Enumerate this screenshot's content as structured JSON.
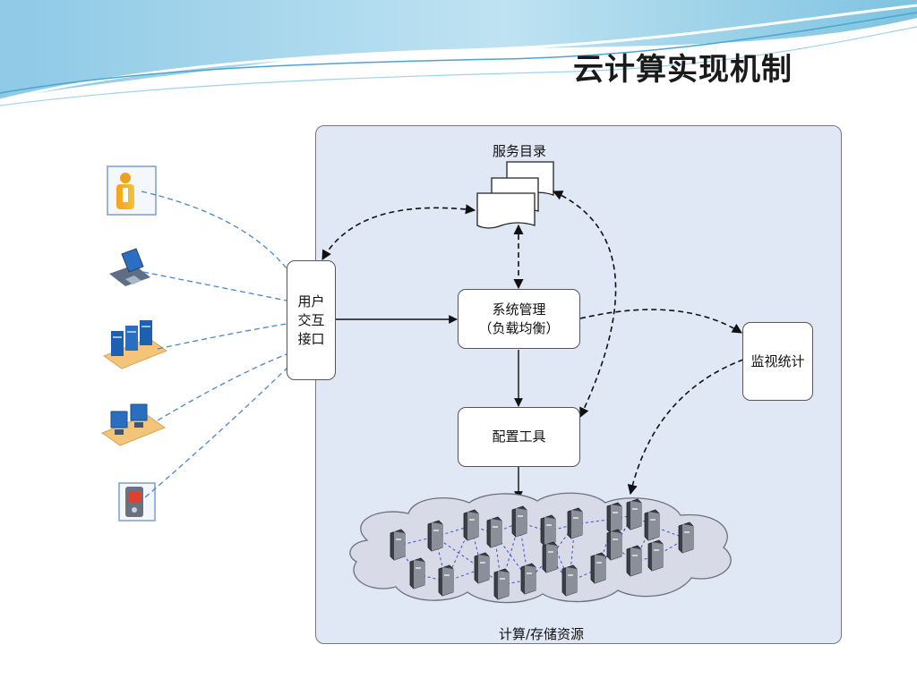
{
  "slide": {
    "title": "云计算实现机制"
  },
  "diagram": {
    "service_catalog": "服务目录",
    "user_interface": [
      "用户",
      "交互",
      "接口"
    ],
    "system_mgmt": [
      "系统管理",
      "（负载均衡）"
    ],
    "config_tool": "配置工具",
    "monitor_stats": "监视统计",
    "resources": "计算/存储资源"
  },
  "colors": {
    "frame_fill": "#dfe8f4",
    "dash_blue": "#4a86c8",
    "cloud_fill": "#d9dce8",
    "wave": "#5fb4d6"
  },
  "icons": [
    "person-icon",
    "laptop-icon",
    "server-rack-icon",
    "workstation-icon",
    "phone-icon"
  ]
}
